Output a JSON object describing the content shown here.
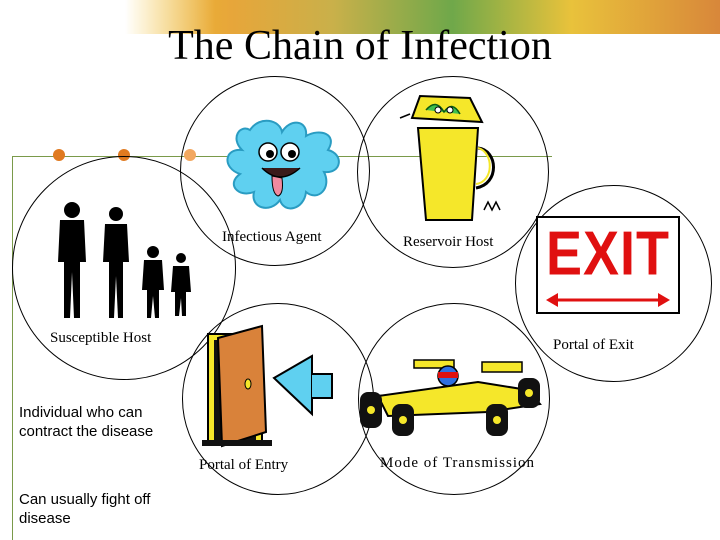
{
  "title": "The Chain of Infection",
  "nodes": {
    "infectious_agent": "Infectious Agent",
    "reservoir_host": "Reservoir Host",
    "portal_of_exit": "Portal of Exit",
    "mode_of_transmission": "Mode of Transmission",
    "portal_of_entry": "Portal of Entry",
    "susceptible_host": "Susceptible Host"
  },
  "exit_sign_text": "EXIT",
  "notes": [
    "Individual who can contract the disease",
    "Can usually fight off disease"
  ],
  "colors": {
    "accent_orange": "#e07a20",
    "line_green": "#7a9a4a",
    "exit_red": "#e01010",
    "germ_blue": "#5fd0f0",
    "yellow": "#f5e72a"
  }
}
